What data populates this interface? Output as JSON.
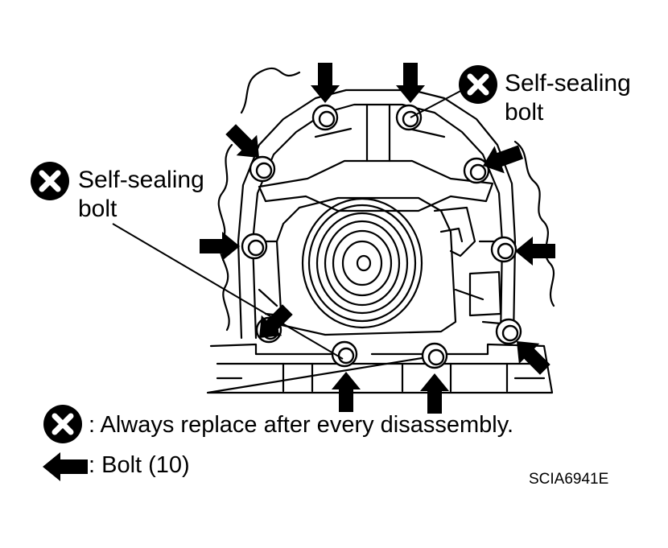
{
  "labels": {
    "self_sealing_right": [
      "Self-sealing",
      "bolt"
    ],
    "self_sealing_left": [
      "Self-sealing",
      "bolt"
    ]
  },
  "legend": {
    "always_replace": ": Always replace after every disassembly.",
    "bolt": ": Bolt (10)"
  },
  "figure_code": "SCIA6941E",
  "icons": {
    "replace_symbol": "x-circle-icon",
    "bolt_arrow": "arrow-left-icon"
  },
  "colors": {
    "ink": "#000000",
    "paper": "#ffffff"
  }
}
